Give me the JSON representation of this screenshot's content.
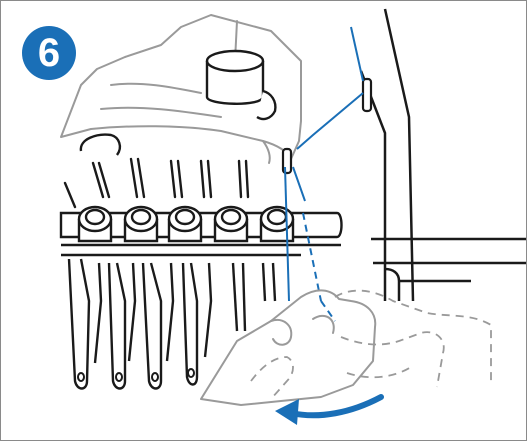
{
  "step": {
    "number": "6"
  },
  "colors": {
    "accent": "#1a6fb7",
    "line": "#1a1a1a",
    "hand_outline": "#9a9a9a",
    "thread": "#1a6fb7",
    "border": "#8a8a8a"
  },
  "icons": {
    "step_badge": "step-number-badge",
    "direction_arrow": "curved-arrow-left"
  }
}
